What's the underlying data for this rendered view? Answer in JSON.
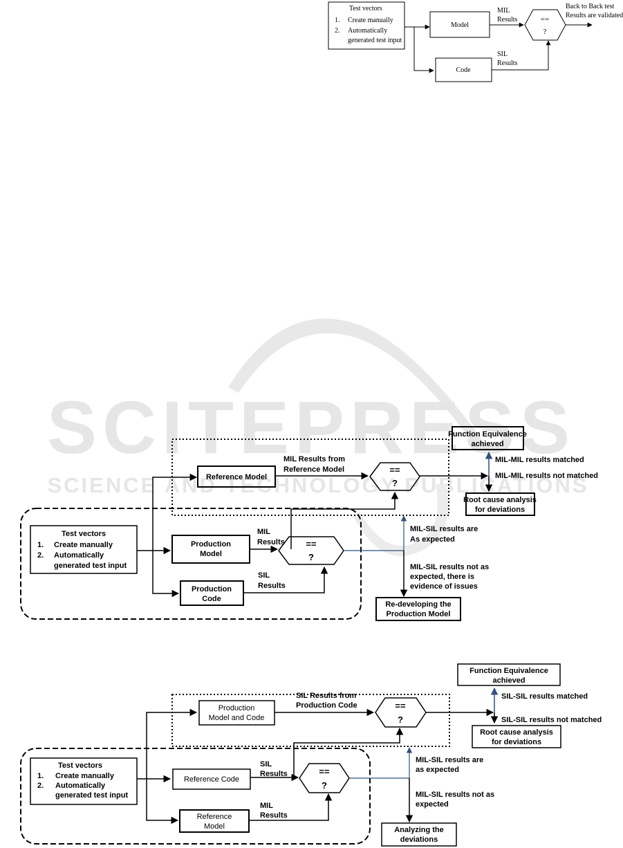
{
  "watermark": {
    "text": "SCITEPRESS",
    "subtext": "SCIENCE AND TECHNOLOGY PUBLICATIONS"
  },
  "diagram1": {
    "inputs": {
      "title": "Test vectors",
      "item1_num": "1.",
      "item1": "Create manually",
      "item2_num": "2.",
      "item2_line1": "Automatically",
      "item2_line2": "generated test input"
    },
    "model": "Model",
    "code": "Code",
    "mil_line1": "MIL",
    "mil_line2": "Results",
    "sil_line1": "SIL",
    "sil_line2": "Results",
    "compare_top": "==",
    "compare_bottom": "?",
    "output_line1": "Back to Back test",
    "output_line2": "Results are validated"
  },
  "diagram2": {
    "inputs": {
      "title": "Test vectors",
      "item1_num": "1.",
      "item1": "Create manually",
      "item2_num": "2.",
      "item2_line1": "Automatically",
      "item2_line2": "generated test input"
    },
    "reference_model": "Reference Model",
    "production_model_line1": "Production",
    "production_model_line2": "Model",
    "production_code_line1": "Production",
    "production_code_line2": "Code",
    "mil_ref_line1": "MIL Results from",
    "mil_ref_line2": "Reference Model",
    "mil_line1": "MIL",
    "mil_line2": "Results",
    "sil_line1": "SIL",
    "sil_line2": "Results",
    "compare_top": "==",
    "compare_bottom": "?",
    "equivalence_line1": "Function Equivalence",
    "equivalence_line2": "achieved",
    "matched": "MIL-MIL results matched",
    "not_matched": "MIL-MIL results not matched",
    "root_cause_line1": "Root cause analysis",
    "root_cause_line2": "for deviations",
    "expected_line1": "MIL-SIL results are",
    "expected_line2": "As expected",
    "not_expected_line1": "MIL-SIL results not as",
    "not_expected_line2": "expected, there is",
    "not_expected_line3": "evidence of issues",
    "redevelop_line1": "Re-developing the",
    "redevelop_line2": "Production Model"
  },
  "diagram3": {
    "inputs": {
      "title": "Test vectors",
      "item1_num": "1.",
      "item1": "Create manually",
      "item2_num": "2.",
      "item2_line1": "Automatically",
      "item2_line2": "generated test input"
    },
    "prod_model_code_line1": "Production",
    "prod_model_code_line2": "Model and Code",
    "reference_code": "Reference Code",
    "reference_model_line1": "Reference",
    "reference_model_line2": "Model",
    "sil_prod_line1": "SIL Results from",
    "sil_prod_line2": "Production Code",
    "sil_line1": "SIL",
    "sil_line2": "Results",
    "mil_line1": "MIL",
    "mil_line2": "Results",
    "compare_top": "==",
    "compare_bottom": "?",
    "equivalence_line1": "Function Equivalence",
    "equivalence_line2": "achieved",
    "matched": "SIL-SIL results matched",
    "not_matched": "SIL-SIL results not matched",
    "root_cause_line1": "Root cause analysis",
    "root_cause_line2": "for deviations",
    "expected_line1": "MIL-SIL results are",
    "expected_line2": "as expected",
    "not_expected_line1": "MIL-SIL results not as",
    "not_expected_line2": "expected",
    "analyze_line1": "Analyzing the",
    "analyze_line2": "deviations"
  },
  "colors": {
    "stroke": "#000000",
    "blue_line": "#2f4f7f",
    "watermark": "#e6e6e6"
  }
}
